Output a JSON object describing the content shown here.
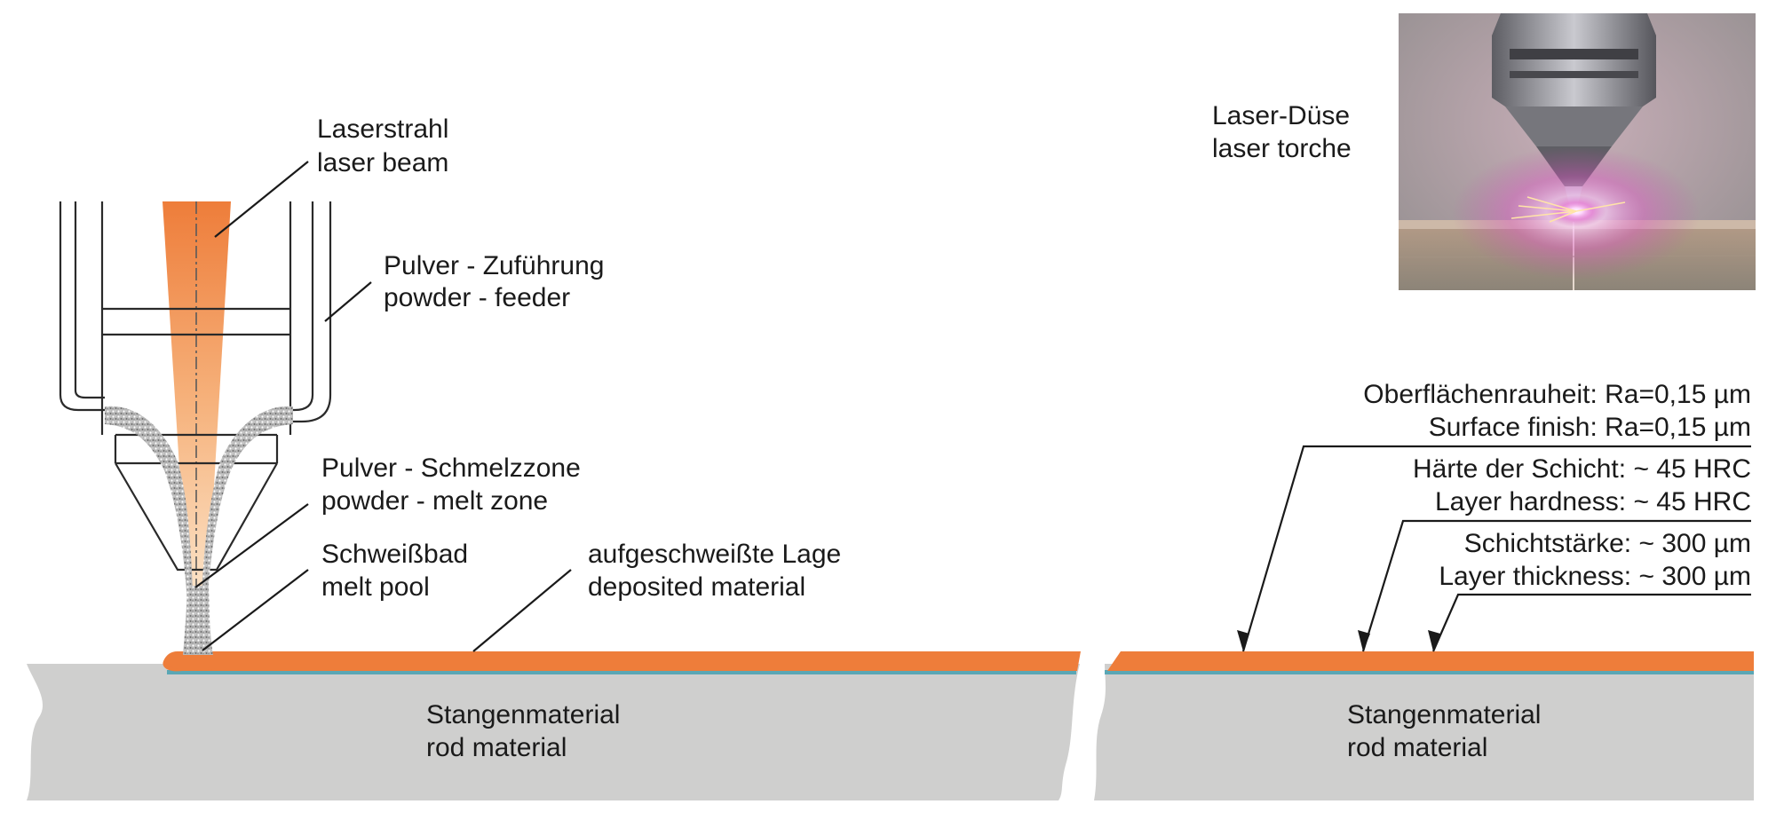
{
  "labels": {
    "laser_beam": {
      "de": "Laserstrahl",
      "en": "laser beam"
    },
    "powder_feeder": {
      "de": "Pulver - Zuführung",
      "en": "powder - feeder"
    },
    "powder_melt_zone": {
      "de": "Pulver - Schmelzzone",
      "en": "powder - melt zone"
    },
    "melt_pool": {
      "de": "Schweißbad",
      "en": "melt pool"
    },
    "deposited_material": {
      "de": "aufgeschweißte Lage",
      "en": "deposited material"
    },
    "rod_material_left": {
      "de": "Stangenmaterial",
      "en": "rod material"
    },
    "rod_material_right": {
      "de": "Stangenmaterial",
      "en": "rod material"
    },
    "laser_torch": {
      "de": "Laser-Düse",
      "en": "laser torche"
    }
  },
  "specs": {
    "surface": {
      "de": "Oberflächenrauheit: Ra=0,15 µm",
      "en": "Surface finish: Ra=0,15 µm"
    },
    "hardness": {
      "de": "Härte der Schicht: ~ 45 HRC",
      "en": "Layer hardness: ~ 45 HRC"
    },
    "thickness": {
      "de": "Schichtstärke: ~ 300 µm",
      "en": "Layer thickness: ~ 300 µm"
    }
  },
  "colors": {
    "deposit": "#ee7d3a",
    "substrate": "#cfcfce",
    "interface": "#5aa7b5",
    "beam_top": "#ee7d3a",
    "beam_bottom": "#fdf1dd",
    "powder": "#9a9a9a"
  }
}
